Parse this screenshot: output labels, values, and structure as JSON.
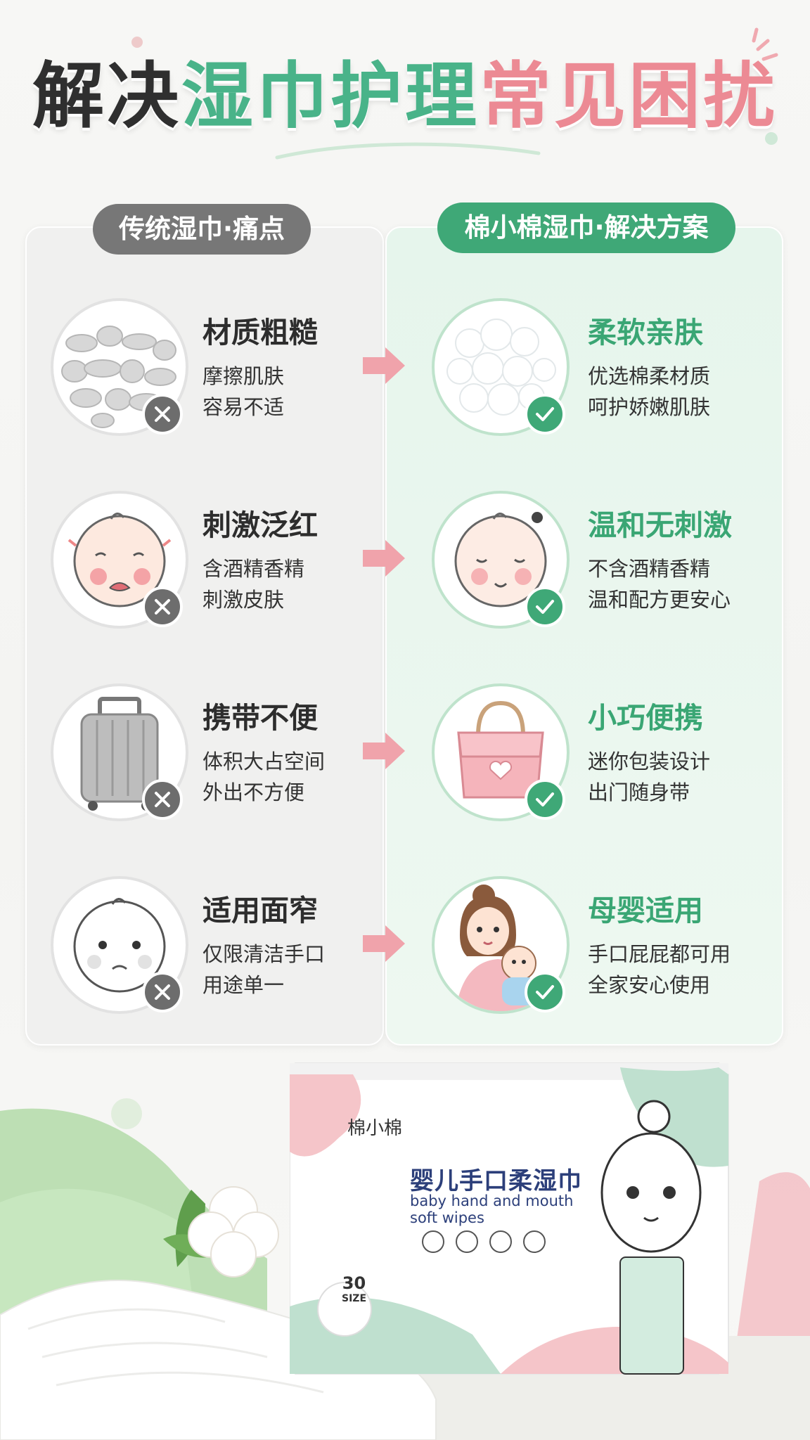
{
  "headline": {
    "part1": "解决",
    "part2": "湿巾护理",
    "part3": "常见困扰"
  },
  "columns": {
    "left_label": "传统湿巾·痛点",
    "right_label": "棉小棉湿巾·解决方案"
  },
  "rows": [
    {
      "bad_icon": "rough-fiber-icon",
      "bad_title": "材质粗糙",
      "bad_lines": [
        "摩擦肌肤",
        "容易不适"
      ],
      "good_icon": "soft-cotton-icon",
      "good_title": "柔软亲肤",
      "good_lines": [
        "优选棉柔材质",
        "呵护娇嫩肌肤"
      ]
    },
    {
      "bad_icon": "crying-baby-icon",
      "bad_title": "刺激泛红",
      "bad_lines": [
        "含酒精香精",
        "刺激皮肤"
      ],
      "good_icon": "calm-baby-icon",
      "good_title": "温和无刺激",
      "good_lines": [
        "不含酒精香精",
        "温和配方更安心"
      ]
    },
    {
      "bad_icon": "suitcase-icon",
      "bad_title": "携带不便",
      "bad_lines": [
        "体积大占空间",
        "外出不方便"
      ],
      "good_icon": "handbag-icon",
      "good_title": "小巧便携",
      "good_lines": [
        "迷你包装设计",
        "出门随身带"
      ]
    },
    {
      "bad_icon": "baby-outline-icon",
      "bad_title": "适用面窄",
      "bad_lines": [
        "仅限清洁手口",
        "用途单一"
      ],
      "good_icon": "mother-baby-icon",
      "good_title": "母婴适用",
      "good_lines": [
        "手口屁屁都可用",
        "全家安心使用"
      ]
    }
  ],
  "product": {
    "brand": "棉小棉",
    "name_cn": "婴儿手口柔湿巾",
    "name_en_1": "baby hand and mouth",
    "name_en_2": "soft wipes",
    "count": "30",
    "count_unit": "SIZE"
  },
  "colors": {
    "accent_green": "#3fa877",
    "accent_pink": "#ec8a94",
    "neutral_gray": "#777777"
  }
}
